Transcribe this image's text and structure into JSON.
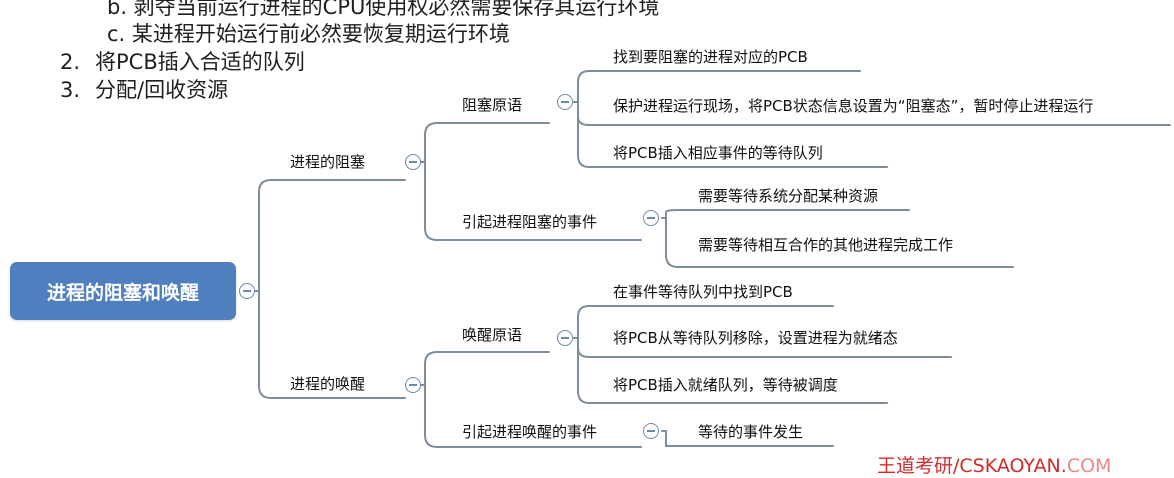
{
  "top_text": {
    "line_b": "b. 剥夺当前运行进程的CPU使用权必然需要保存其运行环境",
    "line_c": "c. 某进程开始运行前必然要恢复期运行环境",
    "item_2_num": "2.",
    "item_2_text": "将PCB插入合适的队列",
    "item_3_num": "3.",
    "item_3_text": "分配/回收资源"
  },
  "mindmap": {
    "root": "进程的阻塞和唤醒",
    "block": {
      "label": "进程的阻塞",
      "primitive": {
        "label": "阻塞原语",
        "steps": [
          "找到要阻塞的进程对应的PCB",
          "保护进程运行现场，将PCB状态信息设置为“阻塞态”，暂时停止进程运行",
          "将PCB插入相应事件的等待队列"
        ]
      },
      "events": {
        "label": "引起进程阻塞的事件",
        "items": [
          "需要等待系统分配某种资源",
          "需要等待相互合作的其他进程完成工作"
        ]
      }
    },
    "wakeup": {
      "label": "进程的唤醒",
      "primitive": {
        "label": "唤醒原语",
        "steps": [
          "在事件等待队列中找到PCB",
          "将PCB从等待队列移除，设置进程为就绪态",
          "将PCB插入就绪队列，等待被调度"
        ]
      },
      "events": {
        "label": "引起进程唤醒的事件",
        "items": [
          "等待的事件发生"
        ]
      }
    }
  },
  "watermark": {
    "text": "王道考研/CSKAOYAN.",
    "suffix": "COM"
  },
  "colors": {
    "root_fill": "#4f7fbf",
    "line": "#7f8c99",
    "collapse_border": "#6d87ad",
    "watermark": "#d12b2b"
  }
}
